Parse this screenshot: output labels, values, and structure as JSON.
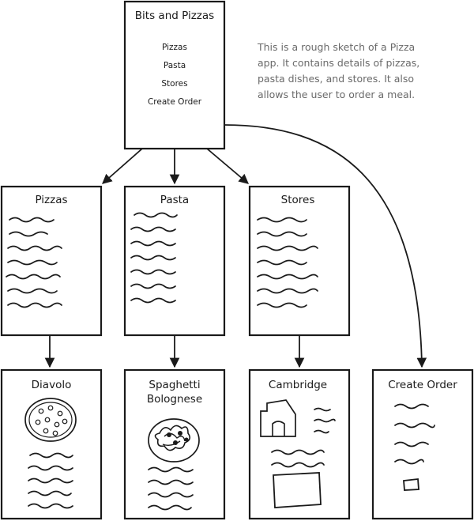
{
  "home": {
    "title": "Bits and Pizzas",
    "menu": [
      "Pizzas",
      "Pasta",
      "Stores",
      "Create Order"
    ]
  },
  "note": {
    "lines": [
      "This is a rough sketch of a Pizza",
      "app. It contains details of pizzas,",
      "pasta dishes, and stores. It also",
      "allows the user to order a meal."
    ]
  },
  "categories": {
    "pizzas": "Pizzas",
    "pasta": "Pasta",
    "stores": "Stores"
  },
  "details": {
    "pizza": "Diavolo",
    "pasta_line1": "Spaghetti",
    "pasta_line2": "Bolognese",
    "store": "Cambridge",
    "order": "Create Order"
  }
}
